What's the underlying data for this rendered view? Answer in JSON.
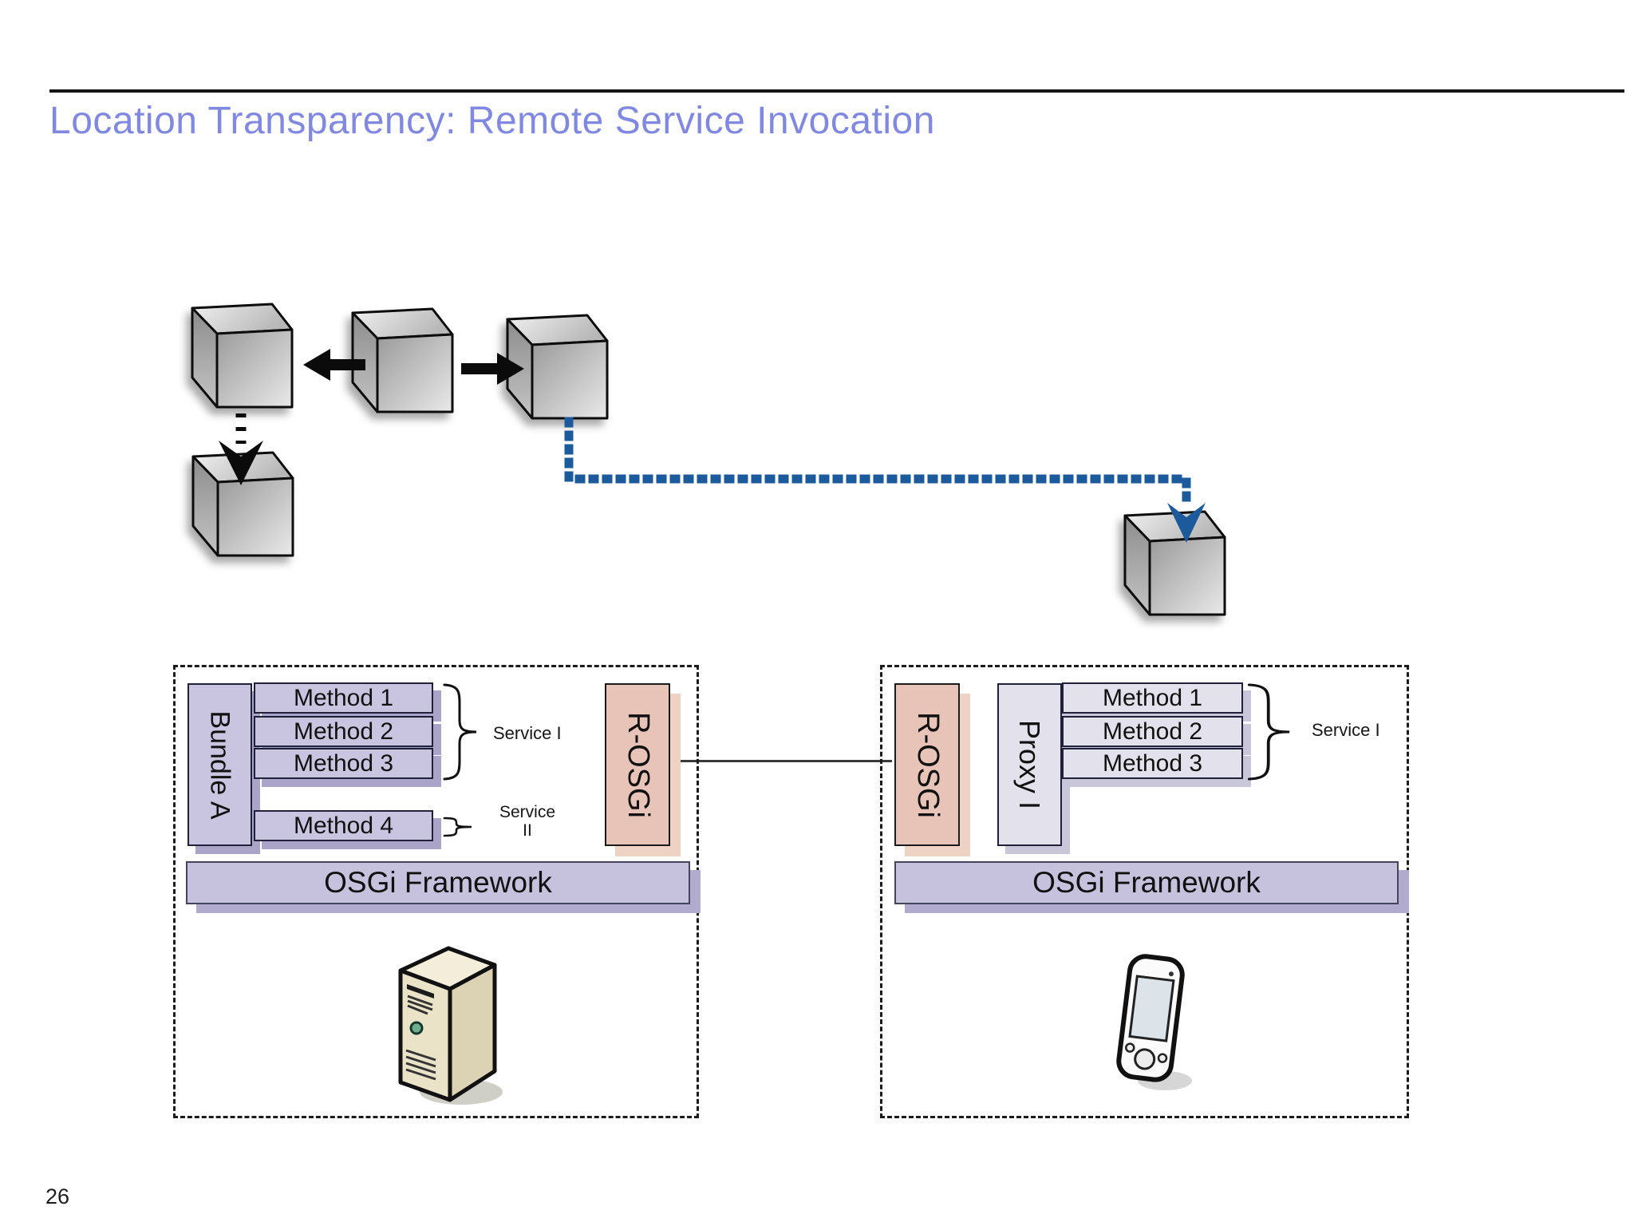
{
  "title": "Location Transparency: Remote Service Invocation",
  "page_number": "26",
  "colors": {
    "title_text": "#8089df",
    "remote_invocation_arrow_blue": "#1d5a9c",
    "lavender_box": "#c9c5e0",
    "lavender_shadow": "#aaa5c8",
    "light_box": "#e3e1ec",
    "salmon_box": "#e8c3b8",
    "framework_bar": "#c6c2dd",
    "cube_gray": "#c0c0c0"
  },
  "left_panel": {
    "bundle_label": "Bundle A",
    "methods": [
      "Method 1",
      "Method 2",
      "Method 3"
    ],
    "method4_label": "Method 4",
    "service1_label": "Service I",
    "service2_line1": "Service",
    "service2_line2": "II",
    "rosgi_label": "R-OSGi",
    "framework_label": "OSGi Framework",
    "device_icon": "server-tower-icon"
  },
  "right_panel": {
    "rosgi_label": "R-OSGi",
    "proxy_label": "Proxy I",
    "methods": [
      "Method 1",
      "Method 2",
      "Method 3"
    ],
    "service1_label": "Service I",
    "framework_label": "OSGi Framework",
    "device_icon": "pda-icon"
  }
}
